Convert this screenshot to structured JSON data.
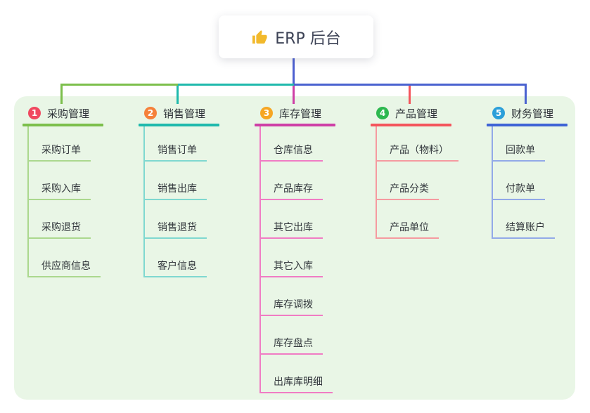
{
  "root": {
    "title": "ERP 后台",
    "icon": "thumbs-up-icon",
    "icon_color": "#f2b92c"
  },
  "connectors": {
    "root_drop": "#4d60d0",
    "bus_left": "#7cbf4c",
    "bus_mid": "#1fb9ac",
    "bus_right": "#4a62d0",
    "drop_1": "#7cbf4c",
    "drop_2": "#1fb9ac",
    "drop_3": "#ce3fa6",
    "drop_4": "#f4555c",
    "drop_5": "#4a62d0"
  },
  "panel_color": "#e9f6e6",
  "branches": [
    {
      "num": "1",
      "label": "采购管理",
      "badge_color": "#f0485f",
      "line_color": "#7cbf4c",
      "child_line_color": "#abd88e",
      "children": [
        "采购订单",
        "采购入库",
        "采购退货",
        "供应商信息"
      ]
    },
    {
      "num": "2",
      "label": "销售管理",
      "badge_color": "#f5813a",
      "line_color": "#1fb9ac",
      "child_line_color": "#7fd8d0",
      "children": [
        "销售订单",
        "销售出库",
        "销售退货",
        "客户信息"
      ]
    },
    {
      "num": "3",
      "label": "库存管理",
      "badge_color": "#f6a623",
      "line_color": "#ce3fa6",
      "child_line_color": "#f07cc4",
      "children": [
        "仓库信息",
        "产品库存",
        "其它出库",
        "其它入库",
        "库存调拨",
        "库存盘点",
        "出库库明细"
      ]
    },
    {
      "num": "4",
      "label": "产品管理",
      "badge_color": "#2db84f",
      "line_color": "#f4555c",
      "child_line_color": "#f59aa0",
      "children": [
        "产品（物料）",
        "产品分类",
        "产品单位"
      ]
    },
    {
      "num": "5",
      "label": "财务管理",
      "badge_color": "#2b9fd9",
      "line_color": "#3e63d5",
      "child_line_color": "#92a9e8",
      "children": [
        "回款单",
        "付款单",
        "结算账户"
      ]
    }
  ]
}
